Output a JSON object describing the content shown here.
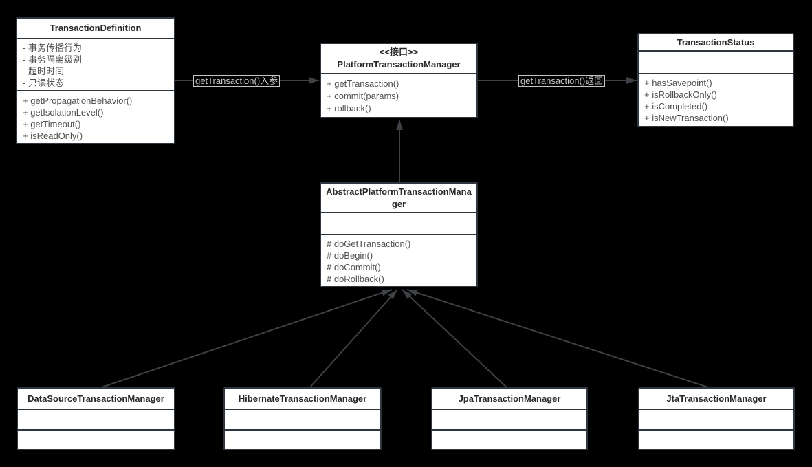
{
  "canvas": {
    "background": "#000000"
  },
  "theme": {
    "box_fill": "#ffffff",
    "box_border": "#30363f",
    "title_color": "#282828",
    "member_color": "#505050",
    "edge_color": "#3e4146",
    "edge_label_color": "#c9c9c9"
  },
  "classes": {
    "transaction_definition": {
      "name": "TransactionDefinition",
      "attributes": [
        "- 事务传播行为",
        "- 事务隔离级别",
        "- 超时时间",
        "- 只读状态"
      ],
      "methods": [
        "+ getPropagationBehavior()",
        "+ getIsolationLevel()",
        "+ getTimeout()",
        "+ isReadOnly()"
      ]
    },
    "platform_transaction_manager": {
      "stereotype": "<<接口>>",
      "name": "PlatformTransactionManager",
      "methods": [
        "+ getTransaction()",
        "+ commit(params)",
        "+ rollback()"
      ]
    },
    "transaction_status": {
      "name": "TransactionStatus",
      "methods": [
        "+ hasSavepoint()",
        "+ isRollbackOnly()",
        "+ isCompleted()",
        "+ isNewTransaction()"
      ]
    },
    "abstract_platform_transaction_manager": {
      "name": "AbstractPlatformTransactionManager",
      "methods": [
        "# doGetTransaction()",
        "# doBegin()",
        "# doCommit()",
        "# doRollback()"
      ]
    },
    "datasource_transaction_manager": {
      "name": "DataSourceTransactionManager"
    },
    "hibernate_transaction_manager": {
      "name": "HibernateTransactionManager"
    },
    "jpa_transaction_manager": {
      "name": "JpaTransactionManager"
    },
    "jta_transaction_manager": {
      "name": "JtaTransactionManager"
    }
  },
  "edge_labels": {
    "definition_to_manager": "getTransaction()入参",
    "manager_to_status": "getTransaction()返回"
  }
}
